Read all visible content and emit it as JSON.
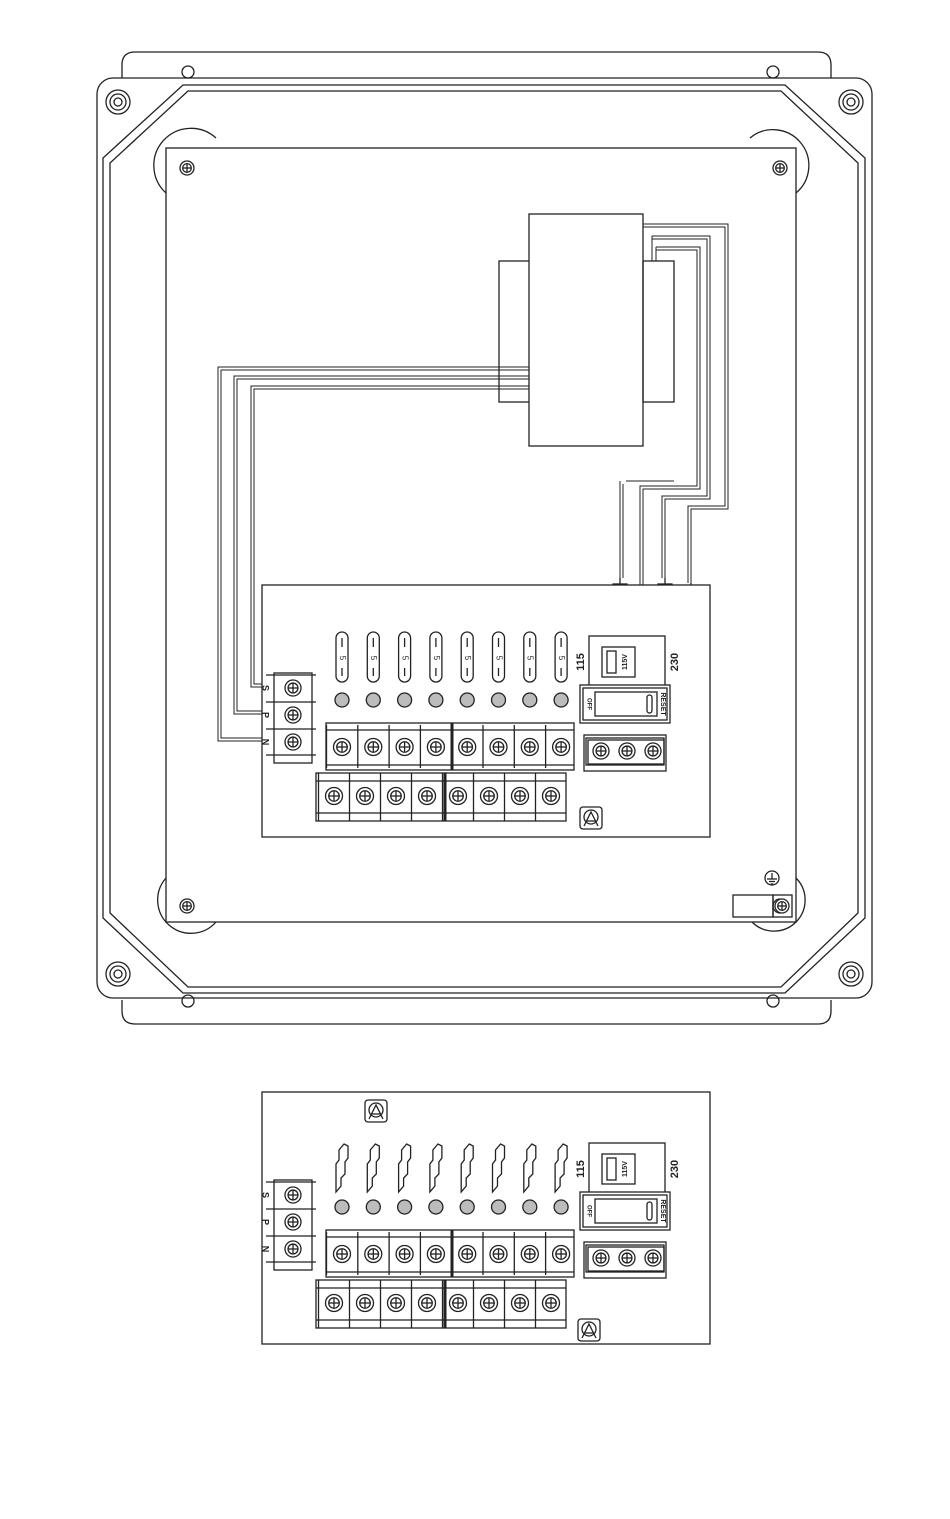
{
  "diagram": {
    "terminal_labels": [
      "S",
      "P",
      "N"
    ],
    "fuse_rating": "5",
    "fuse_count": 8,
    "voltage_low": "115",
    "voltage_high": "230",
    "switch_setting": "115V",
    "breaker_off": "OFF",
    "breaker_reset": "RESET"
  },
  "colors": {
    "line": "#222222",
    "indicator": "#bcbcbc",
    "paper": "#ffffff"
  },
  "icons": [
    "screw-icon",
    "ground-icon",
    "logo-icon"
  ]
}
